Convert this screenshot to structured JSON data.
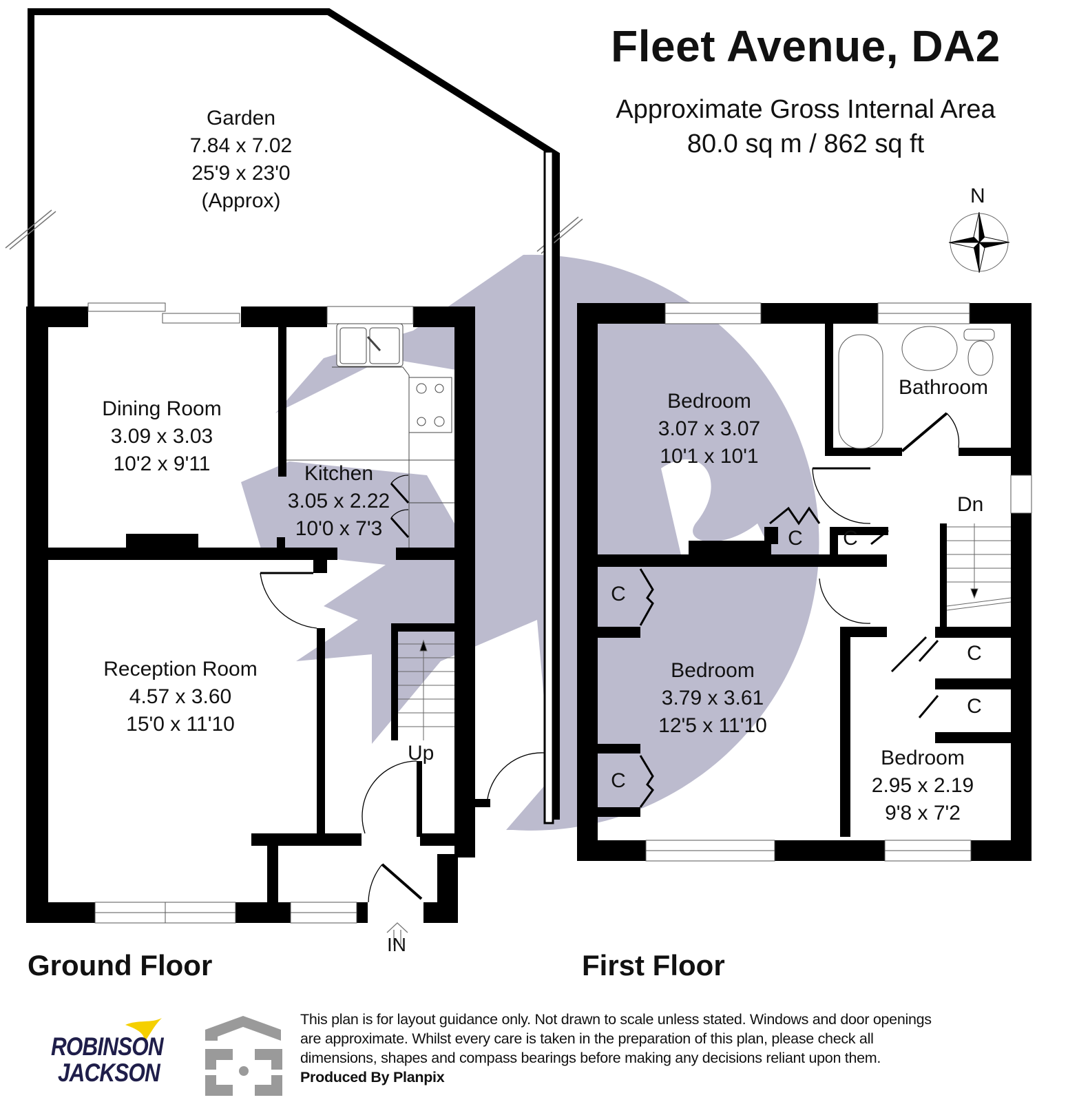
{
  "header": {
    "title": "Fleet Avenue, DA2",
    "area_label": "Approximate Gross Internal Area",
    "area_value": "80.0 sq m / 862 sq ft"
  },
  "compass": {
    "label": "N"
  },
  "colors": {
    "wall": "#000000",
    "watermark": "#b8b7cb",
    "logo_navy": "#1f1e4a",
    "logo_yellow": "#f5d000",
    "planpix_grey": "#9a9a9a"
  },
  "ground_floor": {
    "label": "Ground Floor",
    "entrance_label": "IN",
    "stairs_label": "Up",
    "rooms": [
      {
        "name": "Garden",
        "metric": "7.84 x 7.02",
        "imperial": "25'9 x 23'0",
        "note": "(Approx)"
      },
      {
        "name": "Dining Room",
        "metric": "3.09 x 3.03",
        "imperial": "10'2 x 9'11"
      },
      {
        "name": "Kitchen",
        "metric": "3.05 x 2.22",
        "imperial": "10'0 x 7'3"
      },
      {
        "name": "Reception Room",
        "metric": "4.57 x 3.60",
        "imperial": "15'0 x 11'10"
      }
    ]
  },
  "first_floor": {
    "label": "First Floor",
    "stairs_label": "Dn",
    "cupboard_label": "C",
    "rooms": [
      {
        "name": "Bedroom",
        "metric": "3.07 x 3.07",
        "imperial": "10'1 x 10'1"
      },
      {
        "name": "Bathroom"
      },
      {
        "name": "Bedroom",
        "metric": "3.79 x 3.61",
        "imperial": "12'5 x 11'10"
      },
      {
        "name": "Bedroom",
        "metric": "2.95 x 2.19",
        "imperial": "9'8 x 7'2"
      }
    ]
  },
  "footer": {
    "agent_logo": {
      "line1": "ROBINSON",
      "line2": "JACKSON"
    },
    "disclaimer_lines": [
      "This plan is for layout guidance only. Not drawn to scale unless stated. Windows and door openings",
      "are approximate. Whilst every care is taken in the preparation of this plan, please check all",
      "dimensions, shapes and compass bearings before making any decisions reliant upon them."
    ],
    "produced_by": "Produced By Planpix"
  }
}
